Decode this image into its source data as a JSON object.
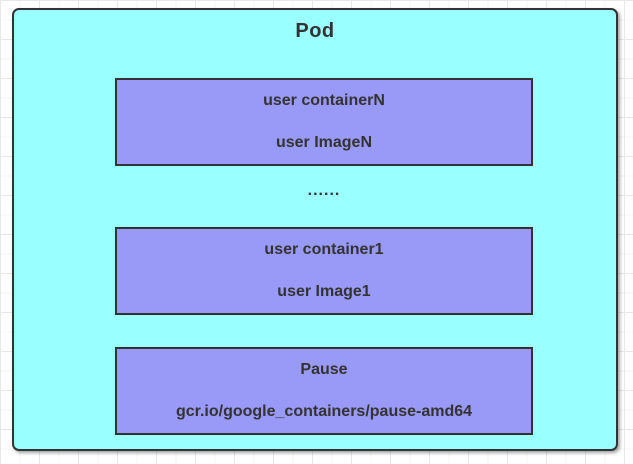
{
  "canvas": {
    "background": "#ffffff",
    "grid_minor_color": "#f4f4f4",
    "grid_major_color": "#e8e8e8"
  },
  "pod": {
    "label": "Pod",
    "fill": "#99ffff",
    "border_color": "#333333"
  },
  "node_style": {
    "fill": "#9999f7",
    "border_color": "#333333",
    "text_color": "#333333"
  },
  "containers": [
    {
      "name": "user containerN",
      "image": "user ImageN"
    },
    {
      "name": "user container1",
      "image": "user Image1"
    },
    {
      "name": "Pause",
      "image": "gcr.io/google_containers/pause-amd64"
    }
  ],
  "ellipsis": "......"
}
